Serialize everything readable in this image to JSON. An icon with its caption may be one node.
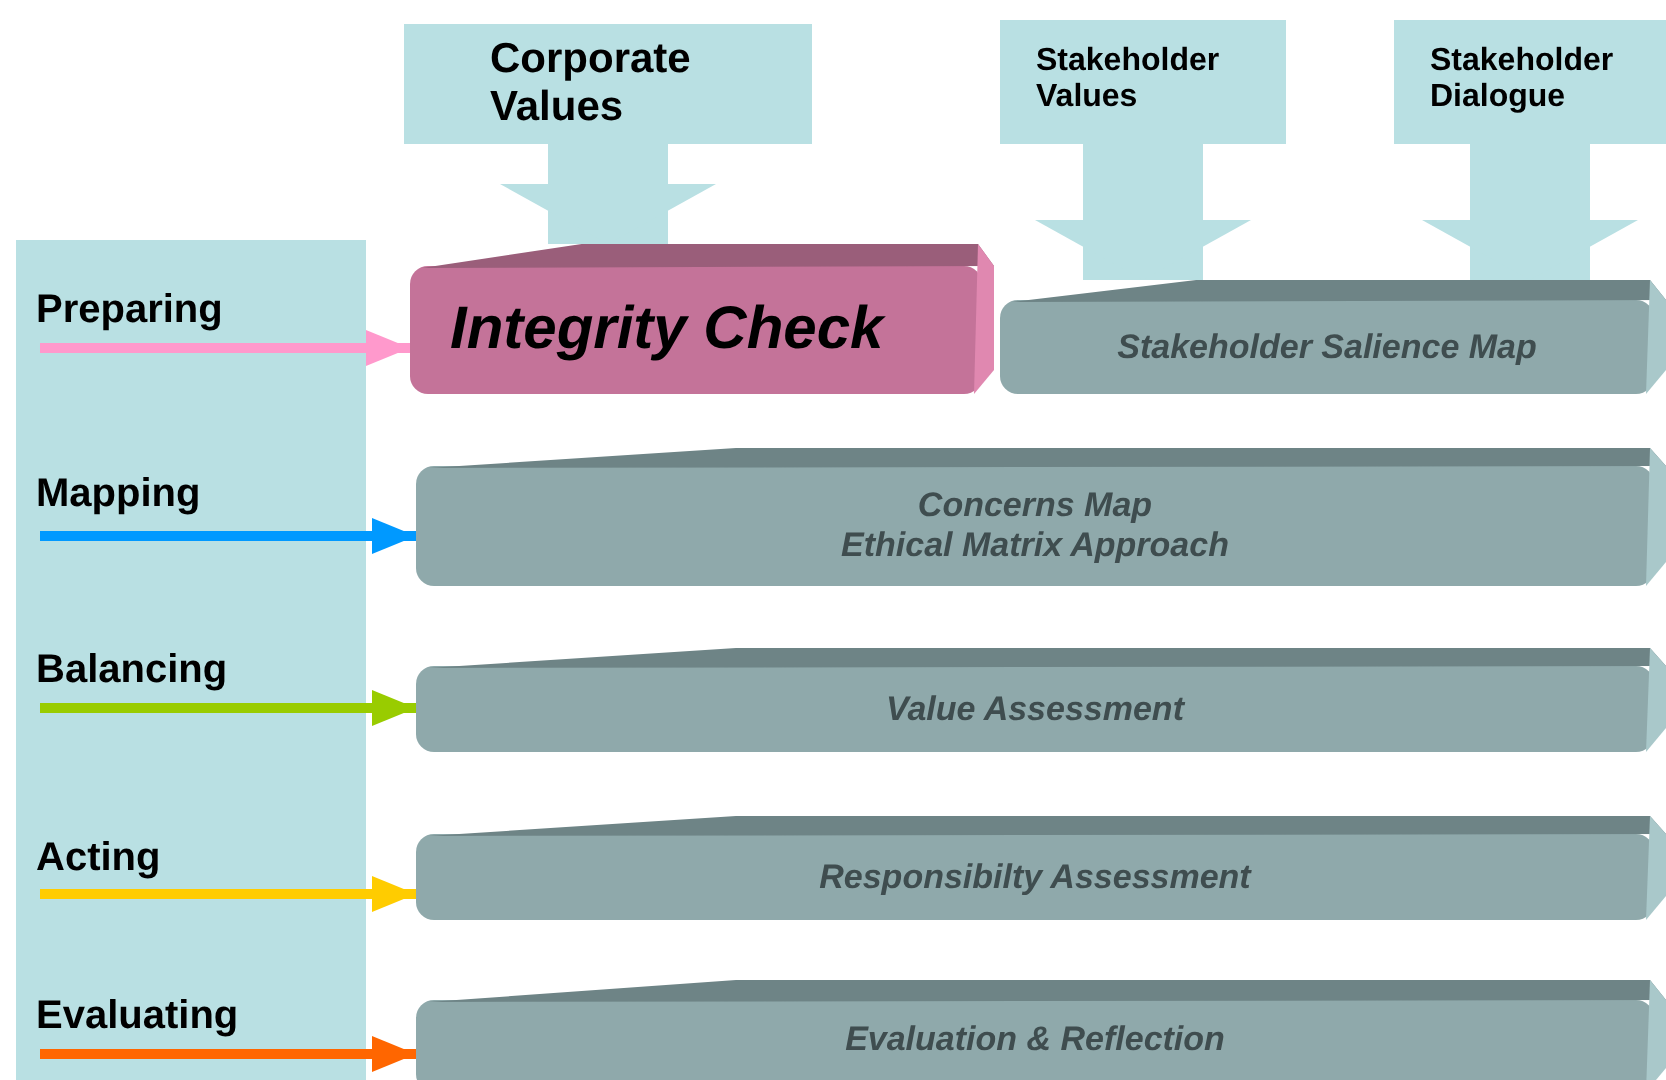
{
  "diagram": {
    "nodes": [
      {
        "text": [
          "Corporate Values"
        ]
      },
      {
        "text": [
          "Stakeholder Values"
        ]
      },
      {
        "text": [
          "Stakeholder Dialogue"
        ]
      },
      {
        "text": [],
        "shape": "box"
      },
      {
        "text": [
          "Preparing"
        ],
        "in": 3
      },
      {
        "text": [
          "Integrity Check"
        ]
      },
      {
        "text": [
          "Stakeholder Salience Map"
        ]
      },
      {
        "text": [
          "Mapping"
        ],
        "in": 3
      },
      {
        "text": [
          "Concerns Map",
          "Ethical Matrix Approach"
        ]
      },
      {
        "text": [
          "Balancing"
        ],
        "in": 3
      },
      {
        "text": [
          "Value Assessment"
        ]
      },
      {
        "text": [
          "Acting"
        ],
        "in": 3
      },
      {
        "text": [
          "Responsibilty Assessment"
        ]
      },
      {
        "text": [
          "Evaluating"
        ],
        "in": 3
      },
      {
        "text": [
          "Evaluation & Reflection"
        ]
      }
    ],
    "edges": [
      {
        "from": 0,
        "to": 5,
        "arrow": "to",
        "style": "thick",
        "color": "#b9e0e3"
      },
      {
        "from": 1,
        "to": 6,
        "arrow": "to",
        "style": "thick",
        "color": "#b9e0e3"
      },
      {
        "from": 2,
        "to": 6,
        "arrow": "to",
        "style": "thick",
        "color": "#b9e0e3"
      },
      {
        "from": 4,
        "to": 5,
        "arrow": "to",
        "color": "#ff99cc"
      },
      {
        "from": 7,
        "to": 8,
        "arrow": "to",
        "color": "#0099ff"
      },
      {
        "from": 9,
        "to": 10,
        "arrow": "to",
        "color": "#99cc00"
      },
      {
        "from": 11,
        "to": 12,
        "arrow": "to",
        "color": "#ffcc00"
      },
      {
        "from": 13,
        "to": 14,
        "arrow": "to",
        "color": "#ff6600"
      }
    ]
  }
}
